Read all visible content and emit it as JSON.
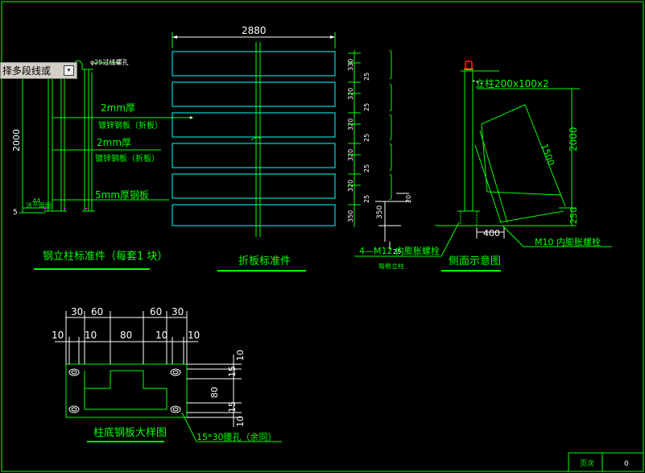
{
  "colors": {
    "background": "#000000",
    "frame": "#00ff00",
    "drawing": "#00ff00",
    "dimension": "#ffffff",
    "panel": "#00ffff",
    "accent": "#ffff00",
    "cap": "#ff0000",
    "marker": "#ff00ff"
  },
  "command_popup": {
    "text": "择多段线或",
    "icon": "dropdown-arrow-icon"
  },
  "post_view": {
    "top_note": "φ25过线螺孔",
    "height_dim": "2000",
    "note_plate_2mm_a": "2mm厚",
    "note_galvanized_a": "镀锌钢板（折板）",
    "note_plate_2mm_b": "2mm厚",
    "note_galvanized_b": "镀锌钢板（折板）",
    "note_plate_5mm": "5mm厚钢板",
    "bottom_dim_left": "44",
    "bottom_note": "法兰盘图",
    "bottom_dim_5": "5",
    "caption": "钢立柱标准件（每套1 块）"
  },
  "panel_view": {
    "width_dim": "2880",
    "right_dims": [
      "330",
      "25",
      "320",
      "25",
      "320",
      "25",
      "320",
      "25",
      "320",
      "25",
      "350"
    ],
    "side_dims": [
      "20",
      "350",
      "25"
    ],
    "caption": "折板标准件"
  },
  "side_view": {
    "post_label": "立柱200x100x2",
    "height_dim": "2000",
    "diag_dim": "1500",
    "base_dim": "250",
    "width_dim": "400",
    "bolt_left": "4—M12 内膨胀螺栓",
    "bolt_left_sub": "每根立柱",
    "bolt_right": "M10 内膨胀螺栓",
    "caption": "侧面示意图"
  },
  "base_plate": {
    "top_dims_row1": [
      "30",
      "60",
      "60",
      "30"
    ],
    "top_dims_row2": [
      "10",
      "10",
      "80",
      "10",
      "10"
    ],
    "right_dims": [
      "10",
      "15",
      "80",
      "15",
      "10"
    ],
    "hole_note": "15*30腰孔（余同）",
    "caption": "柱底钢板大样图"
  },
  "title_block": {
    "label": "页次",
    "value": "0"
  }
}
